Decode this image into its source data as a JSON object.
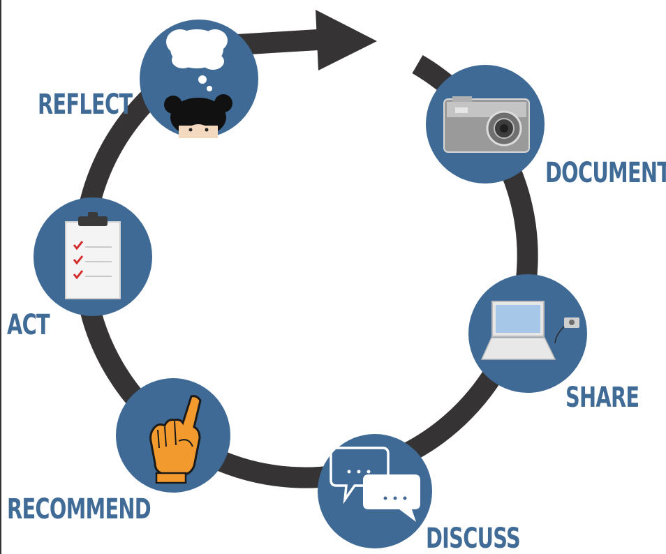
{
  "stages": {
    "reflect": {
      "label": "REFLECT",
      "icon": "thinking-girl-icon"
    },
    "document": {
      "label": "DOCUMENT",
      "icon": "camera-icon"
    },
    "share": {
      "label": "SHARE",
      "icon": "laptop-icon"
    },
    "discuss": {
      "label": "DISCUSS",
      "icon": "speech-bubbles-icon"
    },
    "recommend": {
      "label": "RECOMMEND",
      "icon": "pointing-hand-icon"
    },
    "act": {
      "label": "ACT",
      "icon": "clipboard-checklist-icon"
    }
  },
  "colors": {
    "circle_fill": "#3e6a95",
    "label_text": "#3f6b96",
    "ring_stroke": "#363335"
  }
}
